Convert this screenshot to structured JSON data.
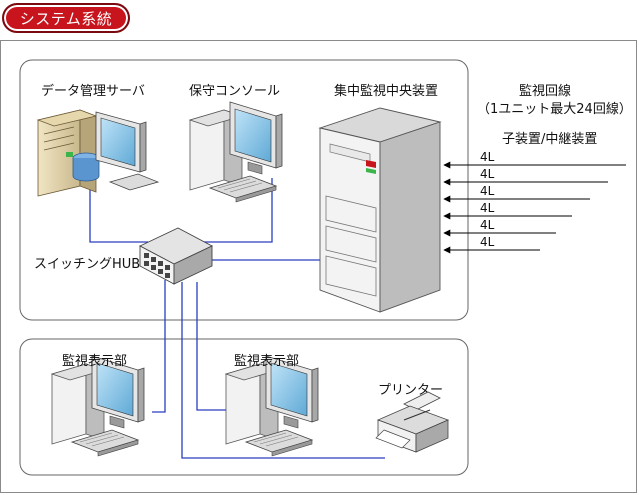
{
  "title": "システム系統",
  "labels": {
    "data_server": "データ管理サーバ",
    "maintenance_console": "保守コンソール",
    "central_monitor": "集中監視中央装置",
    "monitoring_lines": "監視回線",
    "monitoring_lines_sub": "（1ユニット最大24回線）",
    "sub_devices": "子装置/中継装置",
    "switching_hub": "スイッチングHUB",
    "display_1": "監視表示部",
    "display_2": "監視表示部",
    "printer": "プリンター"
  },
  "lines": [
    "4L",
    "4L",
    "4L",
    "4L",
    "4L",
    "4L"
  ],
  "colors": {
    "accent": "#c8141c",
    "network": "#2a3fbf",
    "panel_border": "#666666"
  }
}
